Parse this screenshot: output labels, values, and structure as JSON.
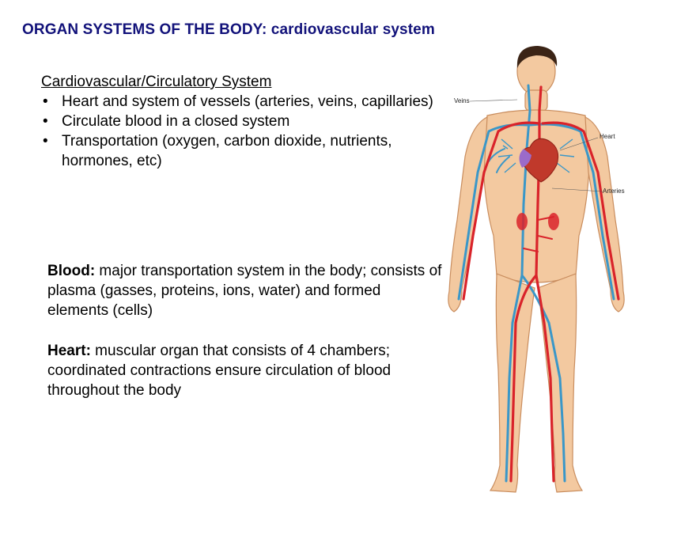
{
  "title": "ORGAN SYSTEMS OF THE BODY: cardiovascular system",
  "section": {
    "heading": "Cardiovascular/Circulatory System",
    "bullets": [
      "Heart and system of vessels (arteries, veins, capillaries)",
      "Circulate blood in a closed system",
      "Transportation (oxygen, carbon dioxide, nutrients, hormones, etc)"
    ]
  },
  "blood": {
    "term": "Blood:",
    "text": " major transportation system in the body; consists of plasma (gasses, proteins, ions, water) and formed elements (cells)"
  },
  "heart": {
    "term": "Heart:",
    "text": " muscular organ that consists of 4 chambers; coordinated contractions ensure circulation of blood throughout the body"
  },
  "figure": {
    "labels": {
      "veins": "Veins",
      "heart": "Heart",
      "arteries": "Arteries"
    },
    "colors": {
      "skin": "#f3c9a0",
      "skin_outline": "#c98d5e",
      "artery": "#d9232a",
      "vein": "#3a97c8",
      "heart": "#c0392b",
      "hair": "#3b2416"
    }
  }
}
